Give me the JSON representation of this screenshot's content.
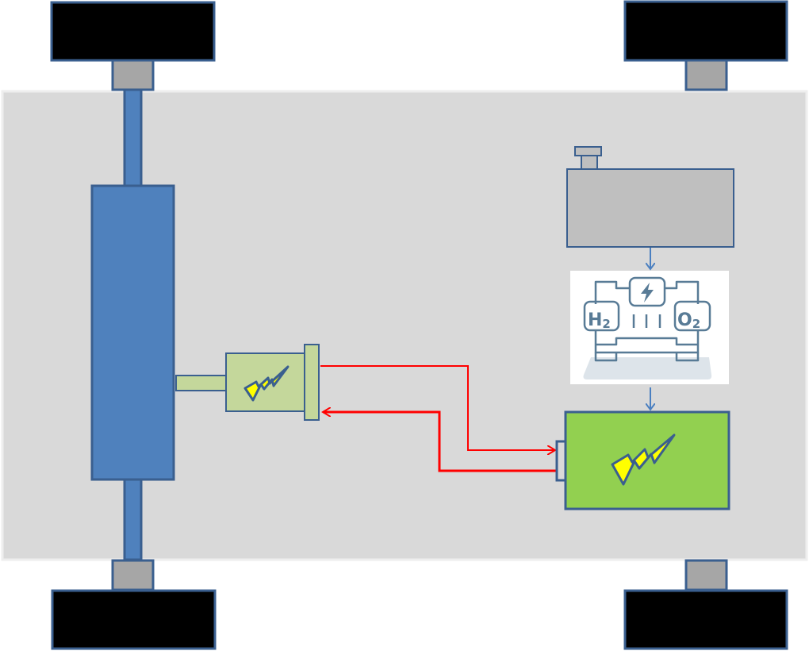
{
  "diagram": {
    "fuel_cell": {
      "left_label": "H",
      "left_sub": "2",
      "right_label": "O",
      "right_sub": "2"
    },
    "colors": {
      "chassis": "#d9d9d9",
      "wheel": "#000000",
      "outline": "#3a5f8f",
      "hub": "#a6a6a6",
      "axle": "#4f81bd",
      "motor": "#c4d79b",
      "battery": "#92d050",
      "tank": "#bfbfbf",
      "power_line": "#ff0000",
      "bolt": "#ffff00",
      "fuel_cell_icon": "#587b96"
    }
  }
}
